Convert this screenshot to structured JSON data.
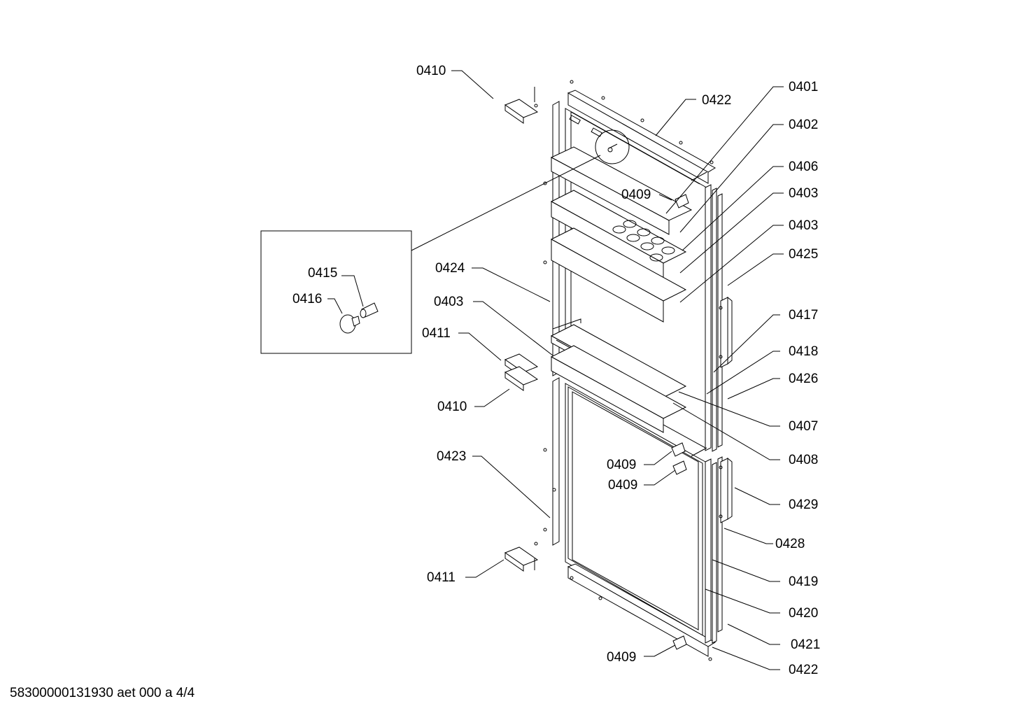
{
  "callouts": [
    {
      "id": "c1",
      "text": "0410"
    },
    {
      "id": "c2",
      "text": "0422"
    },
    {
      "id": "c3",
      "text": "0401"
    },
    {
      "id": "c4",
      "text": "0402"
    },
    {
      "id": "c5",
      "text": "0406"
    },
    {
      "id": "c6",
      "text": "0403"
    },
    {
      "id": "c7",
      "text": "0403"
    },
    {
      "id": "c8",
      "text": "0425"
    },
    {
      "id": "c9",
      "text": "0409"
    },
    {
      "id": "c10",
      "text": "0424"
    },
    {
      "id": "c11",
      "text": "0415"
    },
    {
      "id": "c12",
      "text": "0416"
    },
    {
      "id": "c13",
      "text": "0403"
    },
    {
      "id": "c14",
      "text": "0411"
    },
    {
      "id": "c15",
      "text": "0417"
    },
    {
      "id": "c16",
      "text": "0418"
    },
    {
      "id": "c17",
      "text": "0426"
    },
    {
      "id": "c18",
      "text": "0410"
    },
    {
      "id": "c19",
      "text": "0407"
    },
    {
      "id": "c20",
      "text": "0423"
    },
    {
      "id": "c21",
      "text": "0408"
    },
    {
      "id": "c22",
      "text": "0409"
    },
    {
      "id": "c23",
      "text": "0409"
    },
    {
      "id": "c24",
      "text": "0429"
    },
    {
      "id": "c25",
      "text": "0428"
    },
    {
      "id": "c26",
      "text": "0411"
    },
    {
      "id": "c27",
      "text": "0419"
    },
    {
      "id": "c28",
      "text": "0420"
    },
    {
      "id": "c29",
      "text": "0421"
    },
    {
      "id": "c30",
      "text": "0409"
    },
    {
      "id": "c31",
      "text": "0422"
    }
  ],
  "footer": {
    "text": "58300000131930 aet 000 a 4/4"
  }
}
